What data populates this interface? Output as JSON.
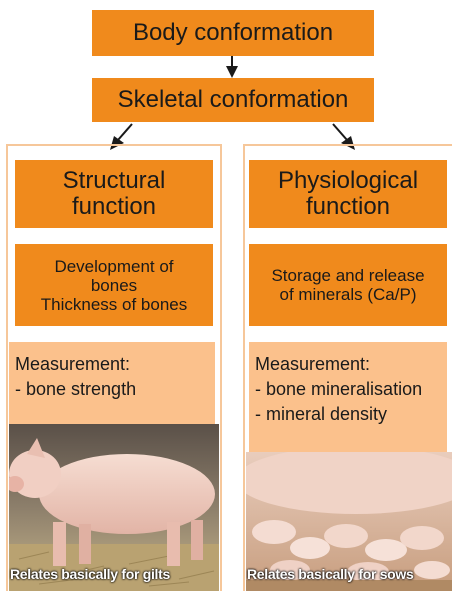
{
  "header": {
    "title": "Body conformation",
    "subtitle": "Skeletal conformation"
  },
  "left": {
    "function_lines": [
      "Structural",
      "function"
    ],
    "detail_lines": [
      "Development of",
      "bones",
      "Thickness of bones"
    ],
    "measurement_lines": [
      "Measurement:",
      "- bone strength"
    ],
    "photo": "pig-photo",
    "caption": "Relates basically for gilts"
  },
  "right": {
    "function_lines": [
      "Physiological",
      "function"
    ],
    "detail_lines": [
      "Storage and release",
      "of minerals (Ca/P)"
    ],
    "measurement_lines": [
      "Measurement:",
      "- bone mineralisation",
      "- mineral density"
    ],
    "photo": "sow-with-piglets-photo",
    "caption": "Relates basically for sows"
  },
  "colors": {
    "orange": "#f08a1c",
    "light_orange": "#fbc18c",
    "border": "#f6c79a"
  }
}
